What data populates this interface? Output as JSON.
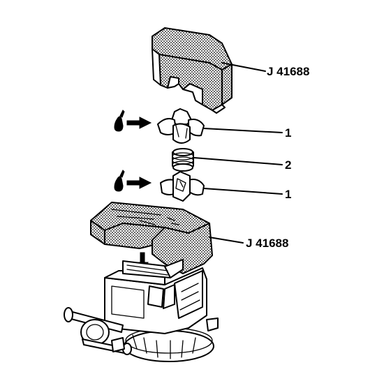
{
  "callouts": {
    "tool_top": "J 41688",
    "part_1_upper": "1",
    "part_2": "2",
    "part_1_lower": "1",
    "tool_bottom": "J 41688"
  }
}
